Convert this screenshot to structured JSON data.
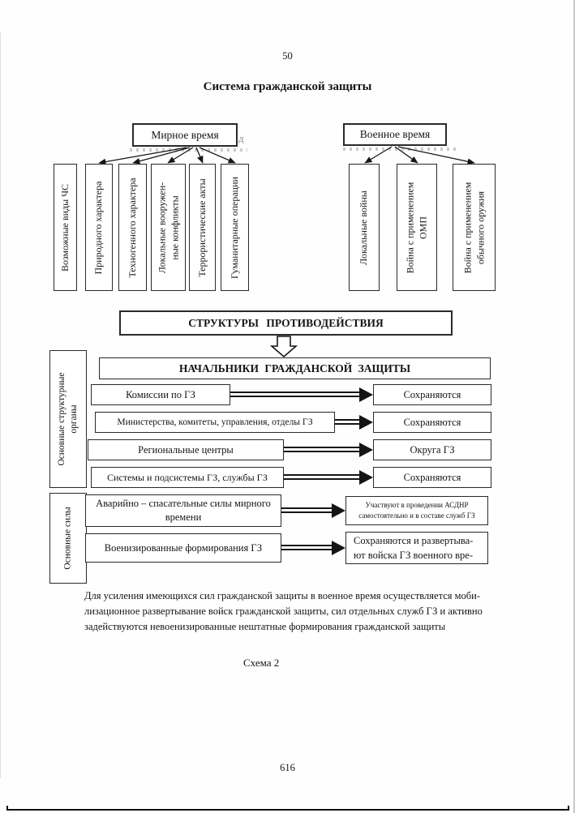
{
  "page": {
    "number_top": "50",
    "title": "Система гражданской защиты",
    "caption": "Схема 2",
    "number_bottom": "616"
  },
  "threats": {
    "peacetime_header": "Мирное время",
    "wartime_header": "Военное время",
    "categories_label": "Возможные виды ЧС",
    "peacetime_items": [
      "Природного характера",
      "Техногенного характера",
      "Локальные вооружен-\nные конфликты",
      "Террористические акты",
      "Гуманитарные операции"
    ],
    "wartime_items": [
      "Локальные войны",
      "Война с применением\nОМП",
      "Война с применением\nобычного оружия"
    ]
  },
  "counteraction": {
    "structures_title": "СТРУКТУРЫ ПРОТИВОДЕЙСТВИЯ",
    "chiefs_title": "НАЧАЛЬНИКИ ГРАЖДАНСКОЙ ЗАЩИТЫ",
    "organs_section_label": "Основные структурные\nорганы",
    "organs_rows": [
      {
        "left": "Комиссии по ГЗ",
        "right": "Сохраняются"
      },
      {
        "left": "Министерства, комитеты, управления, отделы ГЗ",
        "right": "Сохраняются"
      },
      {
        "left": "Региональные центры",
        "right": "Округа ГЗ"
      },
      {
        "left": "Системы и подсистемы ГЗ, службы ГЗ",
        "right": "Сохраняются"
      }
    ],
    "forces_section_label": "Основные силы",
    "forces_rows": [
      {
        "left": "Аварийно – спасательные силы мирного\nвремени",
        "right": "Участвуют в проведении АСДНР\nсамостоятельно и в составе служб ГЗ"
      },
      {
        "left": "Военизированные формирования ГЗ",
        "right": "Сохраняются и развертыва-\nют войска ГЗ военного вре-"
      }
    ]
  },
  "footnote": "Для усиления имеющихся сил гражданской защиты в военное время осуществляется моби-\nлизационное развертывание войск гражданской защиты, сил отдельных служб ГЗ и активно\nзадействуются невоенизированные нештатные формирования гражданской защиты"
}
